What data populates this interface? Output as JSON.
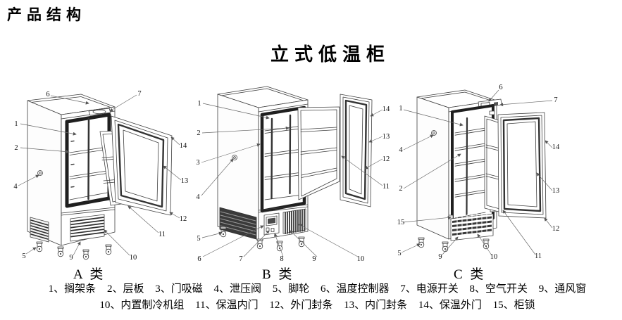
{
  "header": {
    "title": "产品结构"
  },
  "title": {
    "text": "立式低温柜"
  },
  "figures": {
    "a": {
      "label": "A 类",
      "callouts": [
        "6",
        "7",
        "1",
        "2",
        "4",
        "14",
        "13",
        "12",
        "11",
        "5",
        "9",
        "10"
      ]
    },
    "b": {
      "label": "B 类",
      "callouts": [
        "1",
        "2",
        "3",
        "4",
        "5",
        "6",
        "7",
        "8",
        "9",
        "10",
        "11",
        "12",
        "13",
        "14"
      ]
    },
    "c": {
      "label": "C 类",
      "callouts": [
        "6",
        "7",
        "1",
        "4",
        "2",
        "15",
        "5",
        "9",
        "10",
        "11",
        "12",
        "13",
        "14"
      ]
    }
  },
  "legend": {
    "items": [
      "1、搁架条",
      "2、层板",
      "3、门吸磁",
      "4、泄压阀",
      "5、脚轮",
      "6、温度控制器",
      "7、电源开关",
      "8、空气开关",
      "9、通风窗",
      "10、内置制冷机组",
      "11、保温内门",
      "12、外门封条",
      "13、内门封条",
      "14、保温外门",
      "15、柜锁"
    ]
  }
}
